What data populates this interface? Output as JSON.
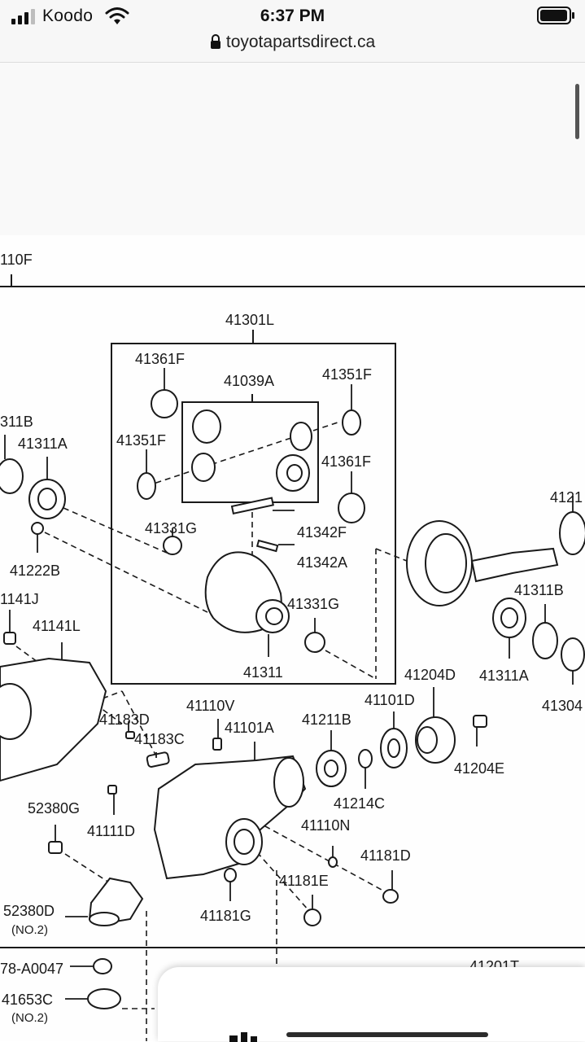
{
  "status_bar": {
    "carrier": "Koodo",
    "time": "6:37 PM",
    "url": "toyotapartsdirect.ca",
    "icons": [
      "signal-icon",
      "wifi-icon",
      "lock-icon",
      "battery-icon"
    ]
  },
  "diagram": {
    "labels": {
      "l41110F": "110F",
      "l41301L": "41301L",
      "l41361F_a": "41361F",
      "l41039A": "41039A",
      "l41351F_a": "41351F",
      "l41311B_a": "311B",
      "l41311A_a": "41311A",
      "l41351F_b": "41351F",
      "l41361F_b": "41361F",
      "l4121": "4121",
      "l41331G_a": "41331G",
      "l41342F": "41342F",
      "l41222B": "41222B",
      "l41342A": "41342A",
      "l41141J": "1141J",
      "l41311B_b": "41311B",
      "l41141L": "41141L",
      "l41331G_b": "41331G",
      "l41311": "41311",
      "l41204D": "41204D",
      "l41311A_b": "41311A",
      "l41304": "41304",
      "l41101D": "41101D",
      "l41110V": "41110V",
      "l41183D": "41183D",
      "l41101A": "41101A",
      "l41211B": "41211B",
      "l41183C": "41183C",
      "l41204E": "41204E",
      "l52380G": "52380G",
      "l41214C": "41214C",
      "l41111D": "41111D",
      "l41110N": "41110N",
      "l41181D": "41181D",
      "l41181E": "41181E",
      "l52380D": "52380D",
      "l52380D_no": "(NO.2)",
      "l41181G": "41181G",
      "l78A0047": "78-A0047",
      "l41201T": "41201T",
      "l41653C": "41653C",
      "l41653C_no": "(NO.2)"
    }
  },
  "colors": {
    "status_bg": "#f7f7f7",
    "diagram_line": "#1a1a1a",
    "page_bg": "#ffffff"
  }
}
